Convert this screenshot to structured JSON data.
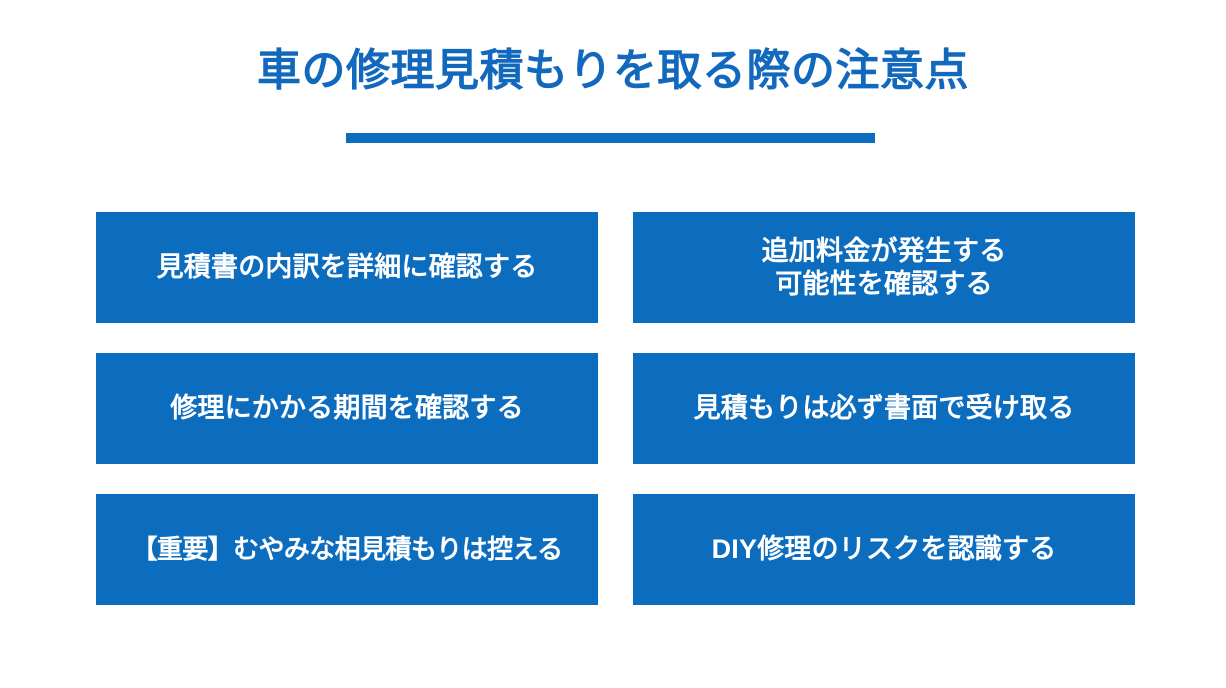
{
  "slide": {
    "background_color": "#ffffff",
    "accent_color": "#0c6cbe",
    "title_color": "#1168bd",
    "title": "車の修理見積もりを取る際の注意点",
    "boxes": [
      {
        "label": "見積書の内訳を詳細に確認する"
      },
      {
        "label": "追加料金が発生する\n可能性を確認する"
      },
      {
        "label": "修理にかかる期間を確認する"
      },
      {
        "label": "見積もりは必ず書面で受け取る"
      },
      {
        "label": "【重要】むやみな相見積もりは控える"
      },
      {
        "label": "DIY修理のリスクを認識する"
      }
    ]
  }
}
